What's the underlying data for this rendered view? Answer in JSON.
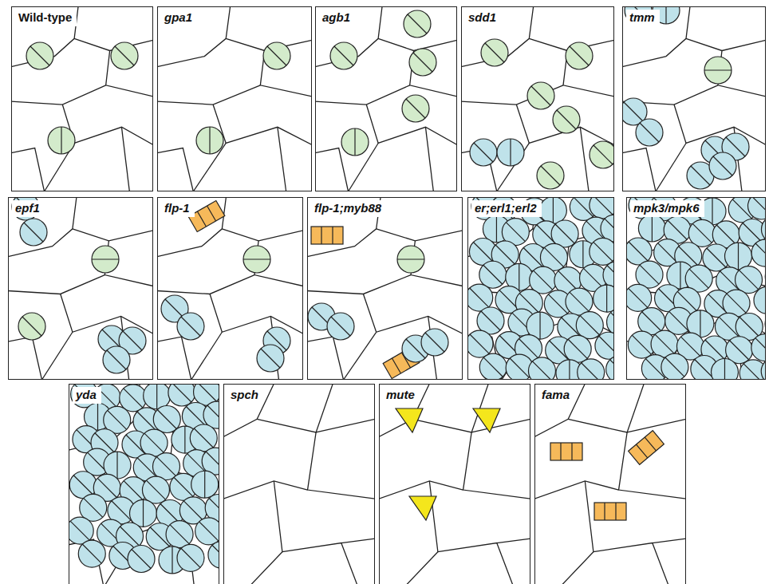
{
  "diagram": {
    "nodes": [
      {
        "text": [
          "Wild-type"
        ]
      },
      {
        "text": [
          "gpa1"
        ]
      },
      {
        "text": [
          "agb1"
        ]
      },
      {
        "text": [
          "sdd1"
        ]
      },
      {
        "text": [
          "tmm"
        ]
      },
      {
        "text": [
          "epf1"
        ]
      },
      {
        "text": [
          "flp-1"
        ]
      },
      {
        "text": [
          "flp-1;myb88"
        ]
      },
      {
        "text": [
          "er;erl1;erl2"
        ]
      },
      {
        "text": [
          "mpk3/mpk6"
        ]
      },
      {
        "text": [
          "yda"
        ]
      },
      {
        "text": [
          "spch"
        ]
      },
      {
        "text": [
          "mute"
        ]
      },
      {
        "text": [
          "fama"
        ]
      }
    ]
  }
}
